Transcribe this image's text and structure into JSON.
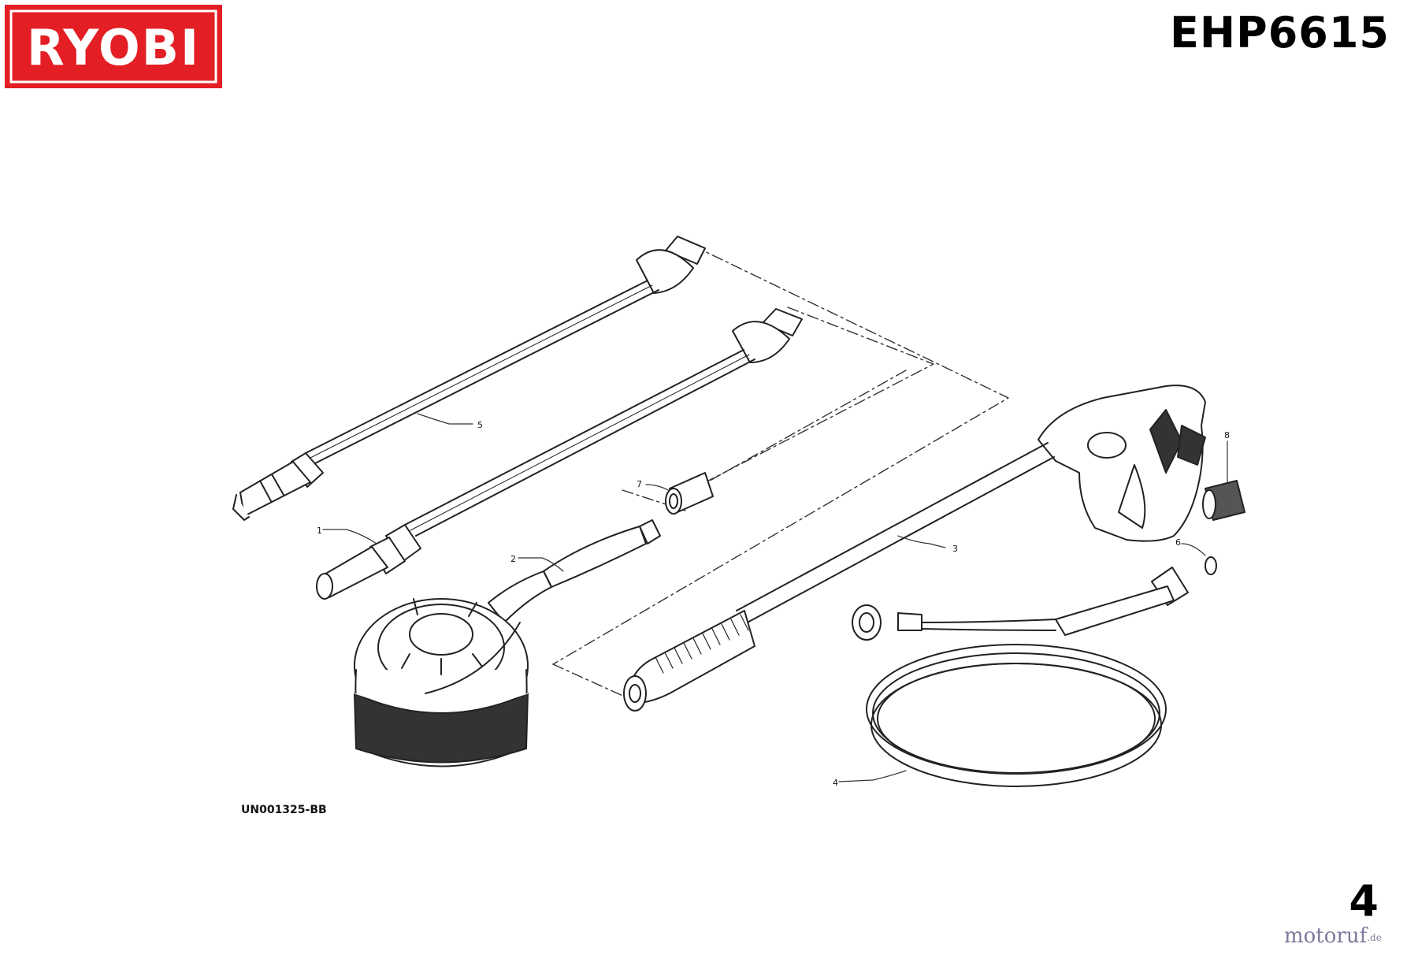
{
  "header": {
    "brand": "RYOBI",
    "model": "EHP6615",
    "brand_color": "#e31e24"
  },
  "footer": {
    "document_code": "UN001325-BB",
    "page_number": "4"
  },
  "watermark": {
    "text": "motoruf",
    "suffix": ".de"
  },
  "parts": [
    {
      "id": "callout-1",
      "label": "1"
    },
    {
      "id": "callout-2",
      "label": "2"
    },
    {
      "id": "callout-3",
      "label": "3"
    },
    {
      "id": "callout-4",
      "label": "4"
    },
    {
      "id": "callout-5",
      "label": "5"
    },
    {
      "id": "callout-6",
      "label": "6"
    },
    {
      "id": "callout-7",
      "label": "7"
    },
    {
      "id": "callout-8",
      "label": "8"
    }
  ]
}
